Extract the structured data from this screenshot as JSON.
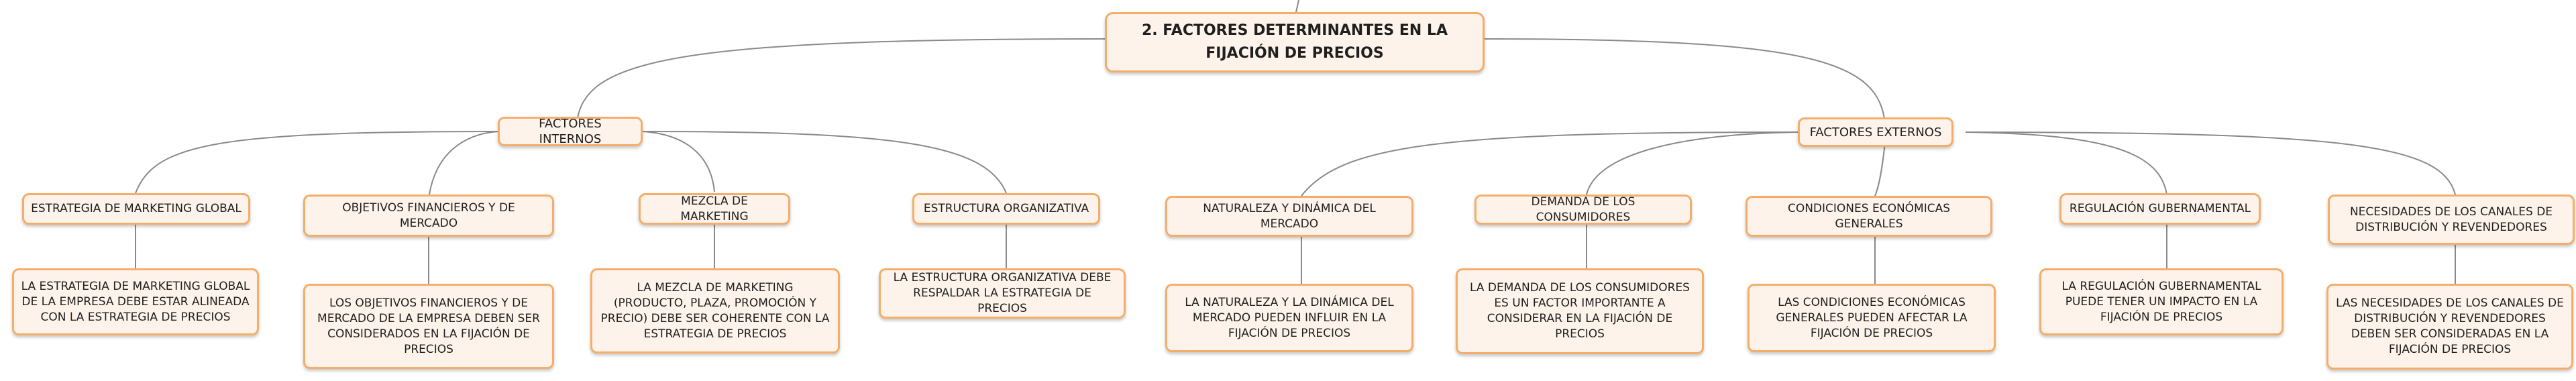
{
  "root": {
    "label": "2. FACTORES DETERMINANTES EN LA FIJACIÓN DE PRECIOS"
  },
  "internos": {
    "label": "FACTORES INTERNOS",
    "items": [
      {
        "label": "ESTRATEGIA DE MARKETING GLOBAL",
        "detail": "LA ESTRATEGIA DE MARKETING GLOBAL DE LA EMPRESA DEBE ESTAR ALINEADA CON LA ESTRATEGIA DE PRECIOS"
      },
      {
        "label": "OBJETIVOS FINANCIEROS Y DE MERCADO",
        "detail": "LOS OBJETIVOS FINANCIEROS Y DE MERCADO DE LA EMPRESA DEBEN SER CONSIDERADOS EN LA FIJACIÓN DE PRECIOS"
      },
      {
        "label": "MEZCLA DE MARKETING",
        "detail": "LA MEZCLA DE MARKETING (PRODUCTO, PLAZA, PROMOCIÓN Y PRECIO) DEBE SER COHERENTE CON LA ESTRATEGIA DE PRECIOS"
      },
      {
        "label": "ESTRUCTURA ORGANIZATIVA",
        "detail": "LA ESTRUCTURA ORGANIZATIVA DEBE RESPALDAR LA ESTRATEGIA DE PRECIOS"
      }
    ]
  },
  "externos": {
    "label": "FACTORES EXTERNOS",
    "items": [
      {
        "label": "NATURALEZA Y DINÁMICA DEL MERCADO",
        "detail": "LA NATURALEZA Y LA DINÁMICA DEL MERCADO PUEDEN INFLUIR EN LA FIJACIÓN DE PRECIOS"
      },
      {
        "label": "DEMANDA DE LOS CONSUMIDORES",
        "detail": "LA DEMANDA DE LOS CONSUMIDORES ES UN FACTOR IMPORTANTE A CONSIDERAR EN LA FIJACIÓN DE PRECIOS"
      },
      {
        "label": "CONDICIONES ECONÓMICAS GENERALES",
        "detail": "LAS CONDICIONES ECONÓMICAS GENERALES PUEDEN AFECTAR LA FIJACIÓN DE PRECIOS"
      },
      {
        "label": "REGULACIÓN GUBERNAMENTAL",
        "detail": "LA REGULACIÓN GUBERNAMENTAL PUEDE TENER UN IMPACTO EN LA FIJACIÓN DE PRECIOS"
      },
      {
        "label": "NECESIDADES DE LOS CANALES DE DISTRIBUCIÓN Y REVENDEDORES",
        "detail": "LAS NECESIDADES DE LOS CANALES DE DISTRIBUCIÓN Y REVENDEDORES DEBEN SER CONSIDERADAS EN LA FIJACIÓN DE PRECIOS"
      }
    ]
  }
}
